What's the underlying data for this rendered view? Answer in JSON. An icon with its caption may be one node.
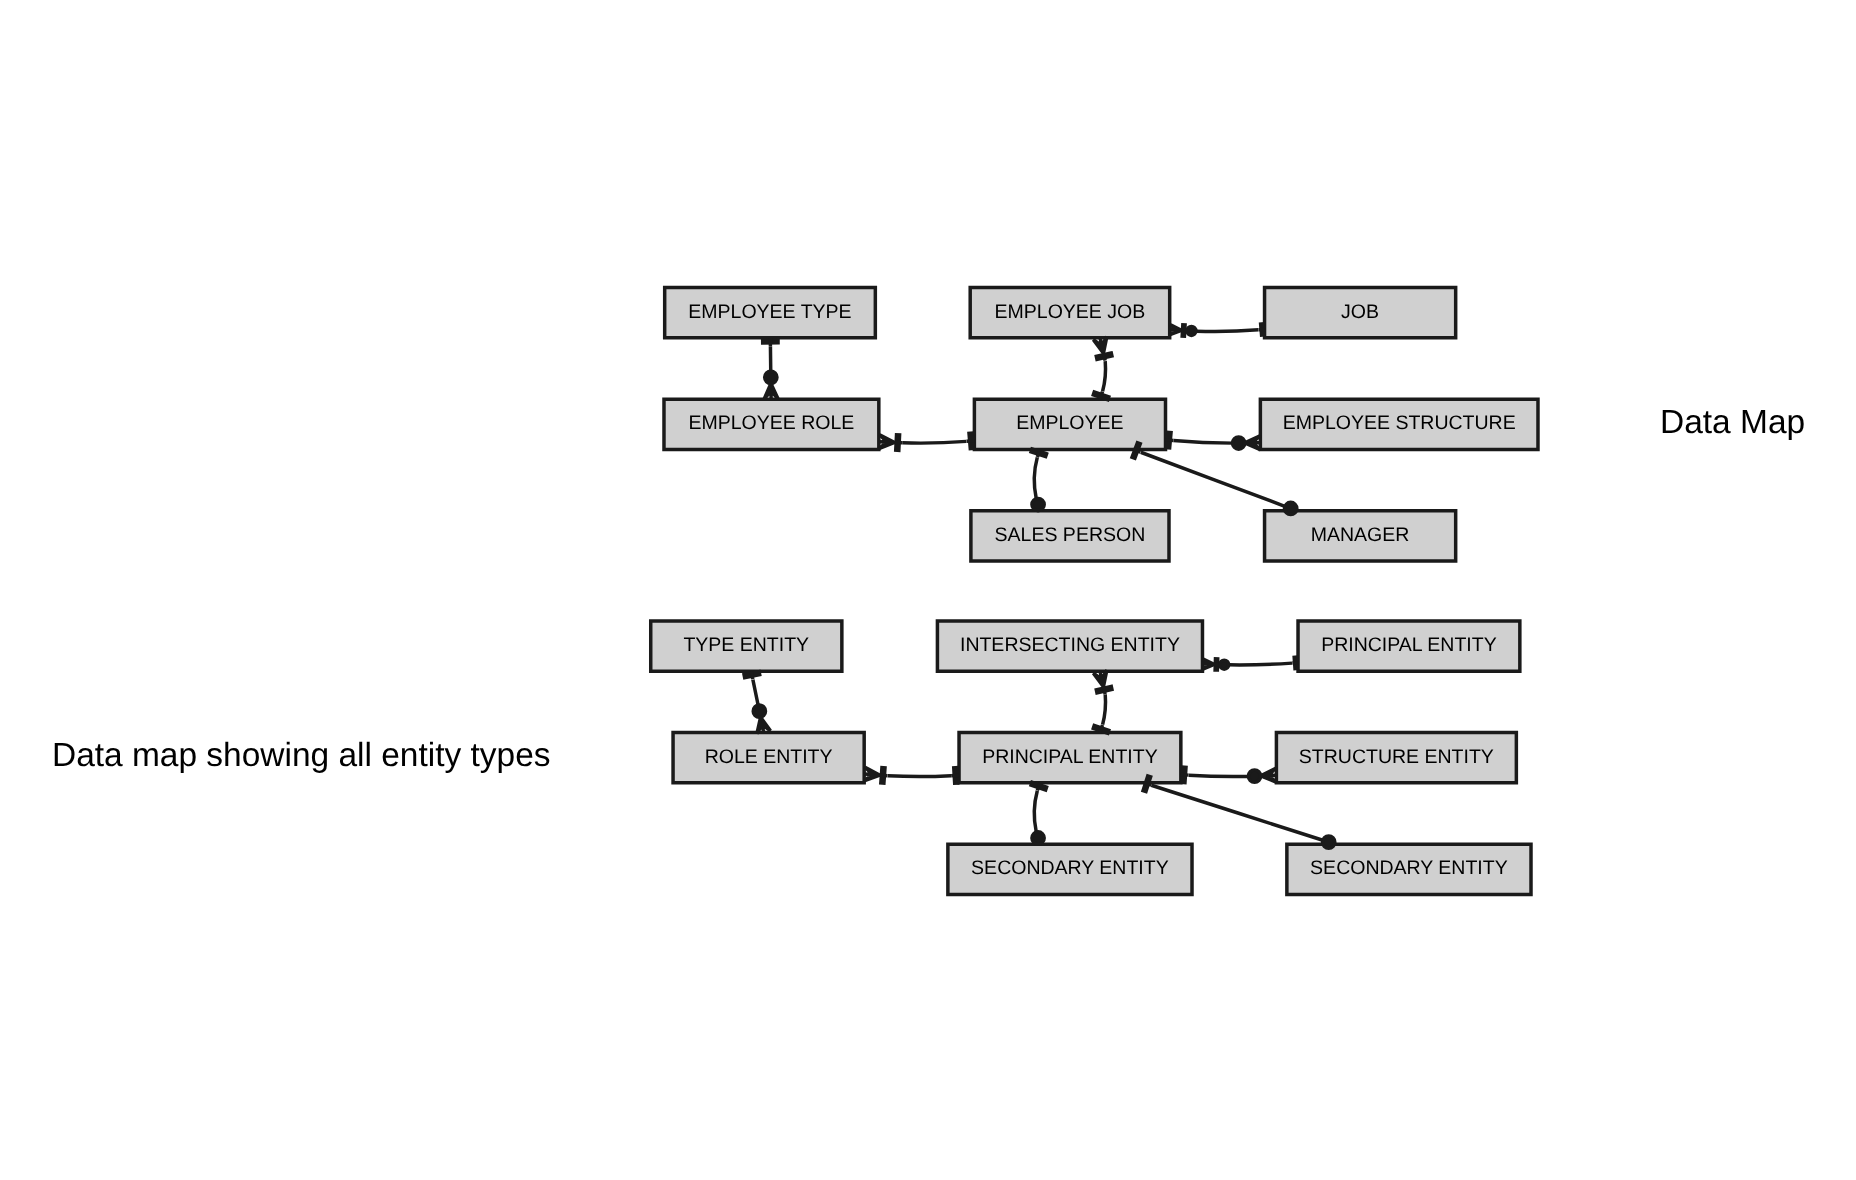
{
  "diagram": {
    "nodes": [
      {
        "text": [
          "EMPLOYEE TYPE"
        ]
      },
      {
        "text": [
          "EMPLOYEE JOB"
        ]
      },
      {
        "text": [
          "JOB"
        ]
      },
      {
        "text": [
          "EMPLOYEE ROLE"
        ]
      },
      {
        "text": [
          "EMPLOYEE"
        ]
      },
      {
        "text": [
          "EMPLOYEE STRUCTURE"
        ]
      },
      {
        "text": [
          "SALES PERSON"
        ]
      },
      {
        "text": [
          "MANAGER"
        ]
      },
      {
        "text": [
          "TYPE ENTITY"
        ]
      },
      {
        "text": [
          "INTERSECTING ENTITY"
        ]
      },
      {
        "text": [
          "PRINCIPAL ENTITY"
        ]
      },
      {
        "text": [
          "ROLE ENTITY"
        ]
      },
      {
        "text": [
          "PRINCIPAL ENTITY"
        ]
      },
      {
        "text": [
          "STRUCTURE ENTITY"
        ]
      },
      {
        "text": [
          "SECONDARY ENTITY"
        ]
      },
      {
        "text": [
          "SECONDARY ENTITY"
        ]
      }
    ],
    "edges": [
      {
        "from": 0,
        "to": 3,
        "arrow": "other"
      },
      {
        "from": 2,
        "to": 1,
        "arrow": "other"
      },
      {
        "from": 4,
        "to": 1,
        "arrow": "other"
      },
      {
        "from": 4,
        "to": 3,
        "arrow": "other"
      },
      {
        "from": 4,
        "to": 5,
        "arrow": "other"
      },
      {
        "from": 4,
        "to": 6,
        "arrow": "other"
      },
      {
        "from": 4,
        "to": 7,
        "arrow": "other"
      },
      {
        "from": 8,
        "to": 11,
        "arrow": "other"
      },
      {
        "from": 10,
        "to": 9,
        "arrow": "other"
      },
      {
        "from": 12,
        "to": 9,
        "arrow": "other"
      },
      {
        "from": 12,
        "to": 11,
        "arrow": "other"
      },
      {
        "from": 12,
        "to": 13,
        "arrow": "other"
      },
      {
        "from": 12,
        "to": 14,
        "arrow": "other"
      },
      {
        "from": 12,
        "to": 15,
        "arrow": "other"
      }
    ],
    "labels": [
      "Data Map",
      "Data map showing all entity types"
    ]
  }
}
